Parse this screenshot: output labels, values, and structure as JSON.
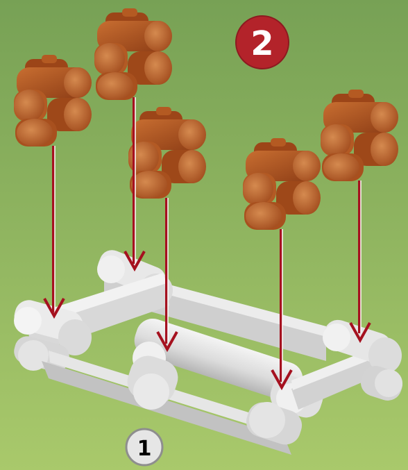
{
  "steps": [
    {
      "number": "2",
      "badge_color": "#b3232a",
      "text_color": "#ffffff"
    },
    {
      "number": "1",
      "badge_color": "#e6e6e6",
      "text_color": "#000000"
    }
  ],
  "colors": {
    "background_top": "#77a155",
    "background_bottom": "#a9c96b",
    "block_dark": "#8a3a14",
    "block_mid": "#b45a22",
    "block_light": "#cf7a3d",
    "base_dark": "#b9b9b9",
    "base_mid": "#d9d9d9",
    "base_light": "#f2f2f2",
    "arrow": "#a5111f"
  },
  "parts": {
    "blocks": [
      "block-icon",
      "block-icon",
      "block-icon",
      "block-icon",
      "block-icon"
    ],
    "base": "log-frame-base"
  }
}
